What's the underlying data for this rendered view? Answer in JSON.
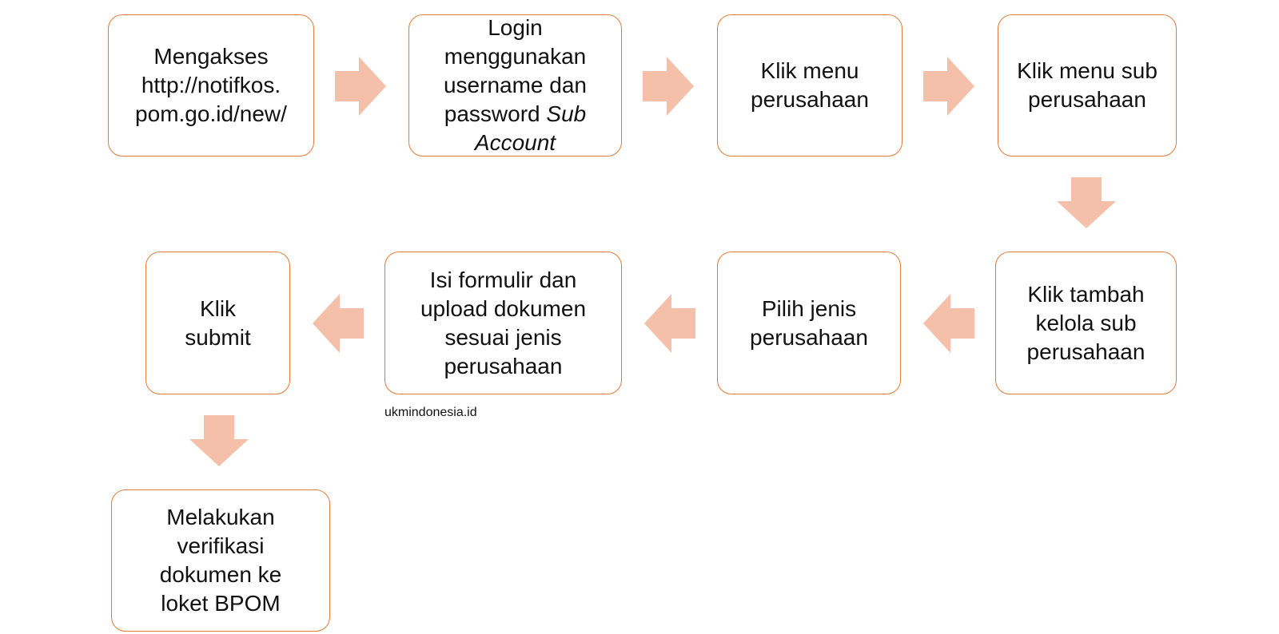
{
  "steps": {
    "s1": {
      "lines": [
        "Mengakses",
        "http://notifkos.",
        "pom.go.id/new/"
      ]
    },
    "s2": {
      "lines": [
        "Login",
        "menggunakan",
        "username dan",
        "password "
      ],
      "italic_a": "Sub",
      "italic_b": "Account"
    },
    "s3": {
      "lines": [
        "Klik menu",
        "perusahaan"
      ]
    },
    "s4": {
      "lines": [
        "Klik menu sub",
        "perusahaan"
      ]
    },
    "s5": {
      "lines": [
        "Klik tambah",
        "kelola sub",
        "perusahaan"
      ]
    },
    "s6": {
      "lines": [
        "Pilih jenis",
        "perusahaan"
      ]
    },
    "s7": {
      "lines": [
        "Isi formulir dan",
        "upload dokumen",
        "sesuai jenis",
        "perusahaan"
      ]
    },
    "s8": {
      "lines": [
        "Klik",
        "submit"
      ]
    },
    "s9": {
      "lines": [
        "Melakukan",
        "verifikasi",
        "dokumen ke",
        "loket BPOM"
      ]
    }
  },
  "watermark": "ukmindonesia.id",
  "colors": {
    "box_border": "#e07b39",
    "arrow_fill": "#f4c0a9",
    "text": "#111111"
  }
}
